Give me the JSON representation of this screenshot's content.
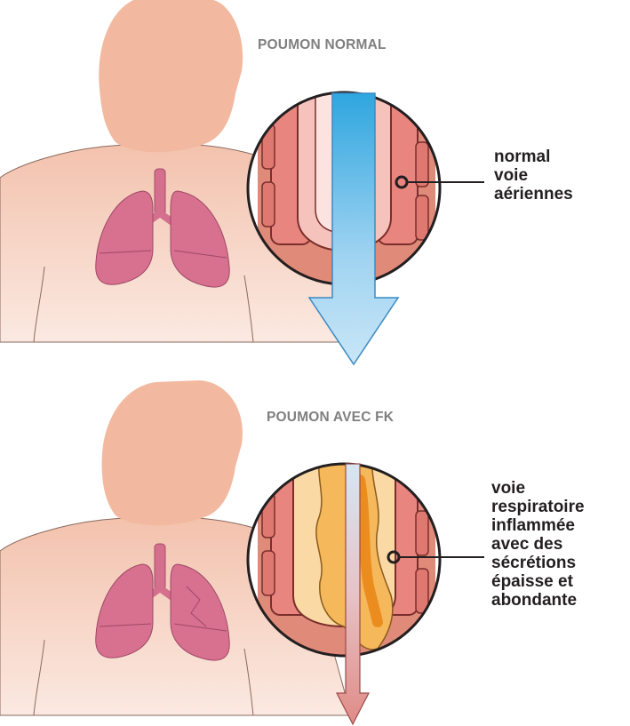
{
  "panels": {
    "normal": {
      "title": "POUMON NORMAL",
      "callout": "normal\nvoie\naériennes"
    },
    "cf": {
      "title": "POUMON AVEC FK",
      "callout": "voie\nrespiratoire\ninflammée\navec des\nsécrétions\népaisse et\nabondante"
    }
  },
  "colors": {
    "skin": "#f2b9a0",
    "lung": "#d8708f",
    "airway_wall": "#e9857f",
    "mucus": "#f5b85a",
    "arrow_blue": "#59b6e8"
  }
}
